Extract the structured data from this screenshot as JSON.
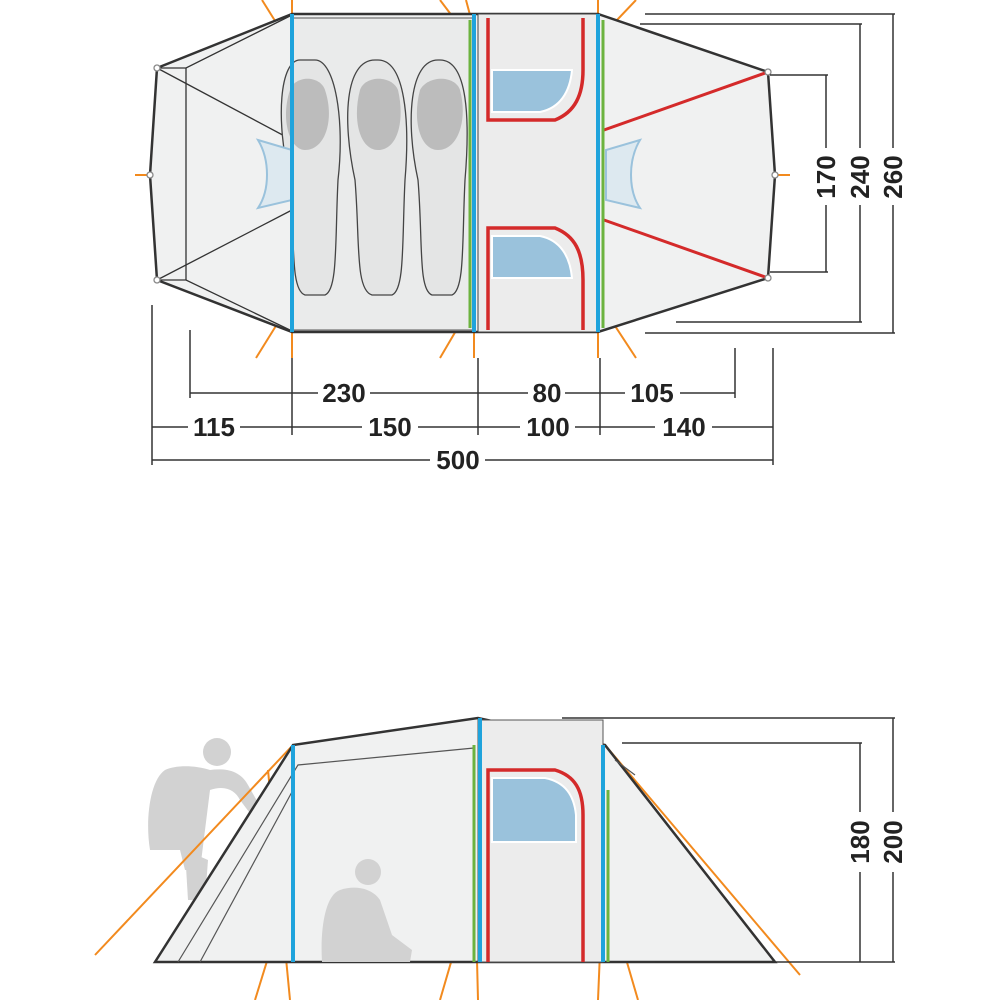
{
  "top_view": {
    "dimensions": {
      "sleep_area": "230",
      "door_section": "80",
      "porch_inner": "105",
      "rear": "115",
      "bedroom": "150",
      "middle": "100",
      "front": "140",
      "total_length": "500",
      "inner_width": "170",
      "pole_width": "240",
      "total_width": "260"
    }
  },
  "side_view": {
    "dimensions": {
      "inner_height": "180",
      "total_height": "200"
    }
  },
  "colors": {
    "outline": "#333333",
    "fabric": "#f0f1f1",
    "pole_blue": "#1fa3dc",
    "pole_green": "#6cb33f",
    "door_red": "#d42a2a",
    "guy_orange": "#f28a1e",
    "window_blue": "#9ac2dc",
    "silhouette": "#d2d2d2"
  }
}
